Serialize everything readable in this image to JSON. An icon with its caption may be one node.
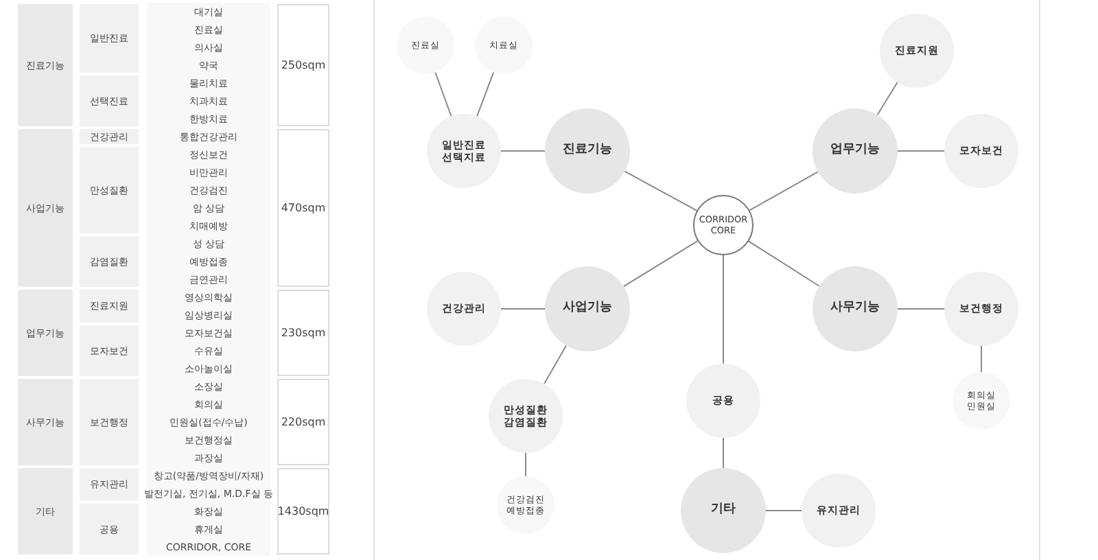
{
  "diagram": {
    "nodes": [
      {
        "text": [
          "진료실"
        ]
      },
      {
        "text": [
          "치료실"
        ]
      },
      {
        "text": [
          "진료지원"
        ]
      },
      {
        "text": [
          "일반진료 선택지료"
        ]
      },
      {
        "text": [
          "진료기능"
        ]
      },
      {
        "text": [
          "업무기능"
        ]
      },
      {
        "text": [
          "모자보건"
        ]
      },
      {
        "text": [
          "CORRIDOR CORE"
        ]
      },
      {
        "text": [
          "건강관리"
        ]
      },
      {
        "text": [
          "사업기능"
        ]
      },
      {
        "text": [
          "사무기능"
        ]
      },
      {
        "text": [
          "보건행정"
        ]
      },
      {
        "text": [
          "공용"
        ]
      },
      {
        "text": [
          "회의실 민원실"
        ]
      },
      {
        "text": [
          "만성질환 감염질환"
        ]
      },
      {
        "text": [
          "건강검진 예방접종"
        ]
      },
      {
        "text": [
          "기타"
        ]
      },
      {
        "text": [
          "유지관리"
        ]
      }
    ],
    "edges": [
      {
        "from": 0,
        "to": 3,
        "arrow": "none"
      },
      {
        "from": 1,
        "to": 3,
        "arrow": "none"
      },
      {
        "from": 2,
        "to": 5,
        "arrow": "none"
      },
      {
        "from": 3,
        "to": 4,
        "arrow": "none"
      },
      {
        "from": 5,
        "to": 6,
        "arrow": "none"
      },
      {
        "from": 4,
        "to": 7,
        "arrow": "none"
      },
      {
        "from": 5,
        "to": 7,
        "arrow": "none"
      },
      {
        "from": 7,
        "to": 9,
        "arrow": "none"
      },
      {
        "from": 7,
        "to": 10,
        "arrow": "none"
      },
      {
        "from": 7,
        "to": 12,
        "arrow": "none"
      },
      {
        "from": 8,
        "to": 9,
        "arrow": "none"
      },
      {
        "from": 10,
        "to": 11,
        "arrow": "none"
      },
      {
        "from": 11,
        "to": 13,
        "arrow": "none"
      },
      {
        "from": 9,
        "to": 14,
        "arrow": "none"
      },
      {
        "from": 12,
        "to": 16,
        "arrow": "none"
      },
      {
        "from": 14,
        "to": 15,
        "arrow": "none"
      },
      {
        "from": 16,
        "to": 17,
        "arrow": "none"
      }
    ],
    "labels": [
      "진료기능",
      "일반진료",
      "대기실",
      "250sqm",
      "진료실",
      "의사실",
      "약국",
      "선택진료",
      "물리치료",
      "치과치료",
      "한방치료",
      "사업기능",
      "건강관리",
      "통합건강관리",
      "470sqm",
      "만성질환",
      "정신보건",
      "비만관리",
      "건강검진",
      "암 상담",
      "치매예방",
      "감염질환",
      "성 상담",
      "예방접종",
      "금연관리",
      "업무기능",
      "진료지원",
      "영상의학실",
      "230sqm",
      "임상병리실",
      "모자보건",
      "모자보건실",
      "수유실",
      "소아놀이실",
      "사무기능",
      "보건행정",
      "소장실",
      "220sqm",
      "회의실",
      "민원실(접수/수납)",
      "보건행정실",
      "과장실",
      "기타",
      "유지관리",
      "창고(약품/방역장비/자재)",
      "1430sqm",
      "발전기실, 전기실, M.D.F실 등",
      "공용",
      "화장실",
      "휴게실",
      "CORRIDOR, CORE"
    ]
  }
}
